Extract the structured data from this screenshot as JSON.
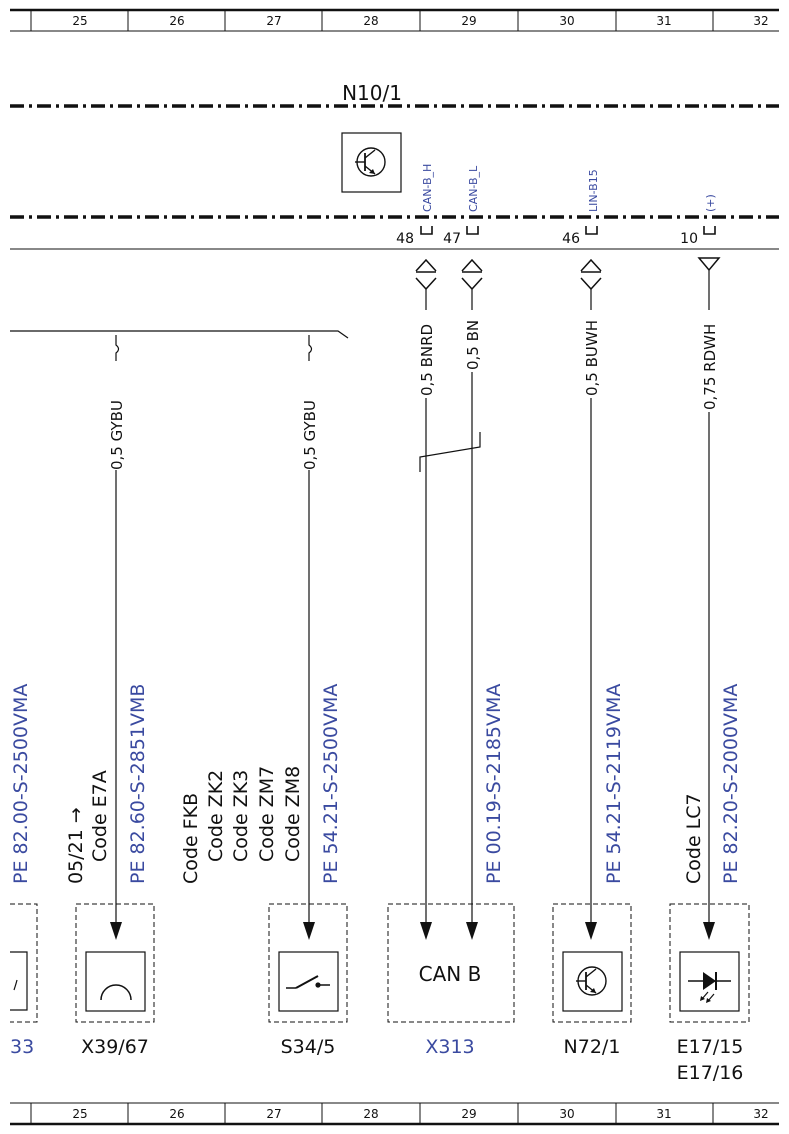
{
  "ruler": {
    "columns": [
      "25",
      "26",
      "27",
      "28",
      "29",
      "30",
      "31",
      "32"
    ]
  },
  "control_unit": {
    "name": "N10/1"
  },
  "pins": [
    {
      "number": "48",
      "signal": "CAN-B_H"
    },
    {
      "number": "47",
      "signal": "CAN-B_L"
    },
    {
      "number": "46",
      "signal": "LIN-B15"
    },
    {
      "number": "10",
      "signal": "(+)"
    }
  ],
  "wires": [
    {
      "label": "0,5 GYBU"
    },
    {
      "label": "0,5 GYBU"
    },
    {
      "label": "0,5 BNRD"
    },
    {
      "label": "0,5 BN"
    },
    {
      "label": "0,5 BUWH"
    },
    {
      "label": "0,75 RDWH"
    }
  ],
  "references": [
    "PE 82.00-S-2500VMA",
    "PE 82.60-S-2851VMB",
    "PE 54.21-S-2500VMA",
    "PE 00.19-S-2185VMA",
    "PE 54.21-S-2119VMA",
    "PE 82.20-S-2000VMA"
  ],
  "codes": {
    "x39": {
      "date": "05/21 →",
      "code": "Code E7A"
    },
    "s34": [
      "Code FKB",
      "Code ZK2",
      "Code ZK3",
      "Code ZM7",
      "Code ZM8"
    ],
    "e17": "Code LC7"
  },
  "components": {
    "left_partial": "33",
    "x39_67": "X39/67",
    "s34_5": "S34/5",
    "x313": "X313",
    "x313_inner": "CAN B",
    "n72_1": "N72/1",
    "e17_15": "E17/15",
    "e17_16": "E17/16"
  },
  "colors": {
    "ink": "#111111",
    "reference_blue": "#3a4aa0"
  }
}
